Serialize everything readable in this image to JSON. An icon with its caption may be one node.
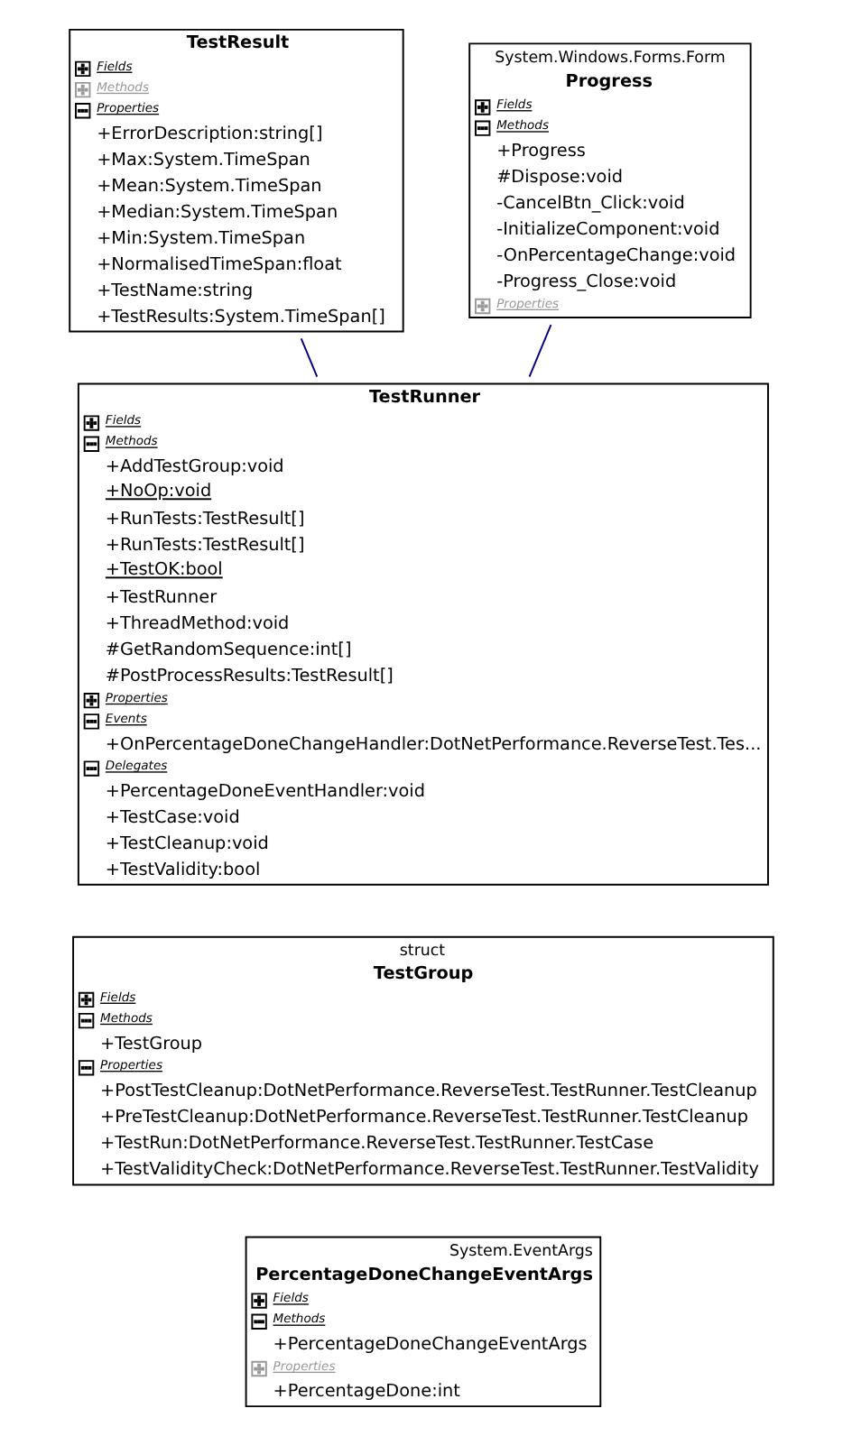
{
  "diagram": {
    "nodes": [
      {
        "text": [
          "TestResult",
          "Fields",
          "Methods",
          "Properties",
          "+ErrorDescription:string[]",
          "+Max:System.TimeSpan",
          "+Mean:System.TimeSpan",
          "+Median:System.TimeSpan",
          "+Min:System.TimeSpan",
          "+NormalisedTimeSpan:float",
          "+TestName:string",
          "+TestResults:System.TimeSpan[]"
        ]
      },
      {
        "text": [
          "System.Windows.Forms.Form",
          "Progress",
          "Fields",
          "Methods",
          "+Progress",
          "#Dispose:void",
          "-CancelBtn_Click:void",
          "-InitializeComponent:void",
          "-OnPercentageChange:void",
          "-Progress_Close:void",
          "Properties"
        ]
      },
      {
        "text": [
          "TestRunner",
          "Fields",
          "Methods",
          "+AddTestGroup:void",
          "+NoOp:void",
          "+RunTests:TestResult[]",
          "+RunTests:TestResult[]",
          "+TestOK:bool",
          "+TestRunner",
          "+ThreadMethod:void",
          "#GetRandomSequence:int[]",
          "#PostProcessResults:TestResult[]",
          "Properties",
          "Events",
          "+OnPercentageDoneChangeHandler:DotNetPerformance.ReverseTest.Tes...",
          "Delegates",
          "+PercentageDoneEventHandler:void",
          "+TestCase:void",
          "+TestCleanup:void",
          "+TestValidity:bool"
        ]
      },
      {
        "text": [
          "struct",
          "TestGroup",
          "Fields",
          "Methods",
          "+TestGroup",
          "Properties",
          "+PostTestCleanup:DotNetPerformance.ReverseTest.TestRunner.TestCleanup",
          "+PreTestCleanup:DotNetPerformance.ReverseTest.TestRunner.TestCleanup",
          "+TestRun:DotNetPerformance.ReverseTest.TestRunner.TestCase",
          "+TestValidityCheck:DotNetPerformance.ReverseTest.TestRunner.TestValidity"
        ]
      },
      {
        "text": [
          "System.EventArgs",
          "PercentageDoneChangeEventArgs",
          "Fields",
          "Methods",
          "+PercentageDoneChangeEventArgs",
          "Properties",
          "+PercentageDone:int"
        ]
      }
    ],
    "edges": [
      {
        "from": 0,
        "to": 2,
        "arrow": "none"
      },
      {
        "from": 1,
        "to": 2,
        "arrow": "none"
      }
    ]
  }
}
